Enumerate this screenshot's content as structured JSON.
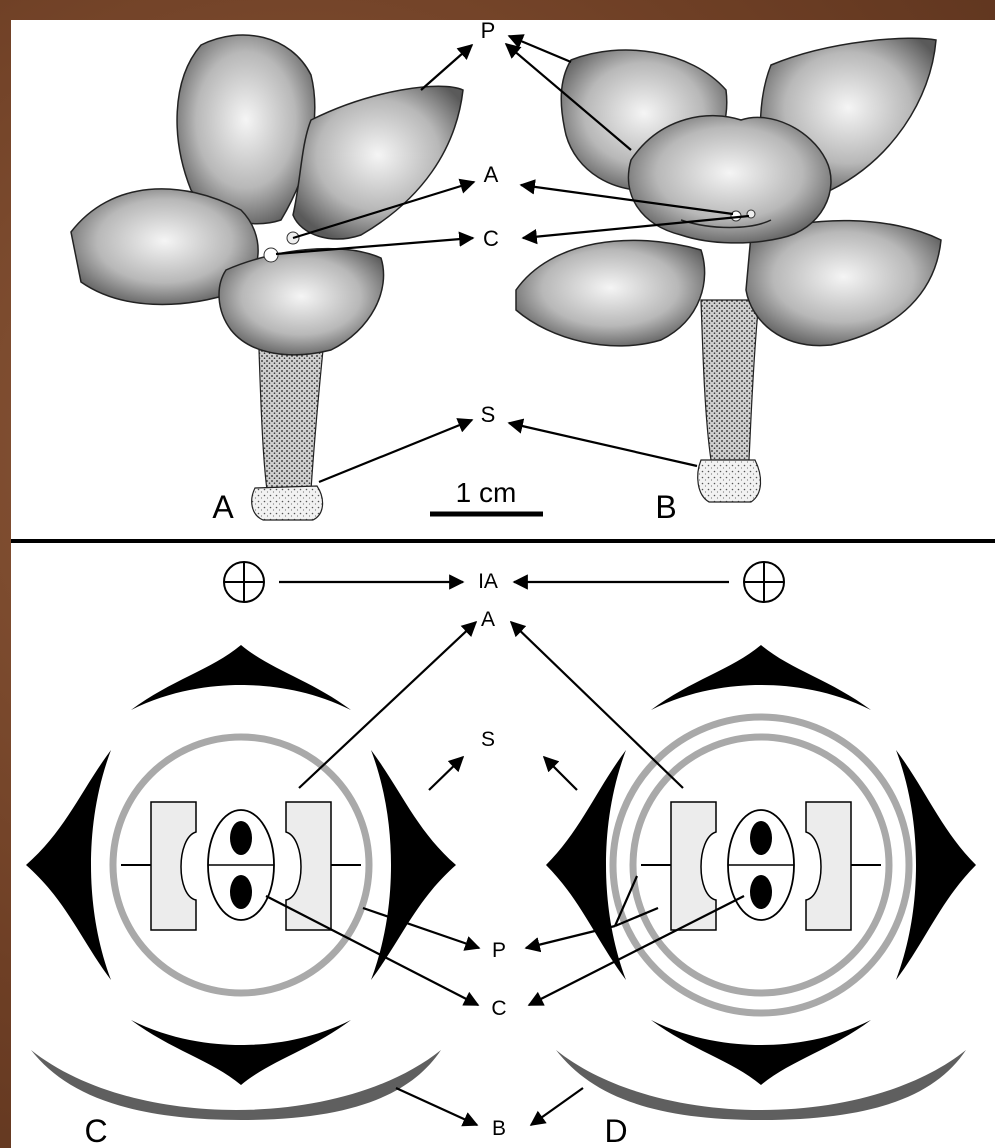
{
  "figure": {
    "top_labels": {
      "petal": "P",
      "anther": "A",
      "carpel": "C",
      "stalk": "S"
    },
    "panel_labels": {
      "a": "A",
      "b": "B",
      "c": "C",
      "d": "D"
    },
    "scale_bar": "1 cm",
    "bottom_labels": {
      "inflorescence_axis": "IA",
      "anther": "A",
      "sepal": "S",
      "petal": "P",
      "carpel": "C",
      "bract": "B"
    }
  },
  "colors": {
    "background": "#7a4a2e",
    "panel": "#ffffff",
    "sepal": "#000000",
    "petal_ring": "#a9a9a9",
    "bract": "#5f5f5f",
    "anther_fill": "#ececec"
  }
}
